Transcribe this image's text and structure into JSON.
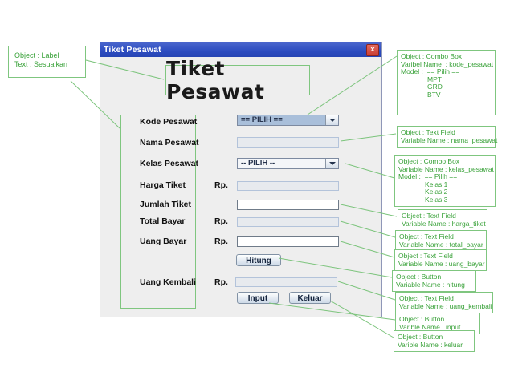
{
  "window": {
    "title": "Tiket Pesawat",
    "close_label": "x",
    "heading": "Tiket Pesawat"
  },
  "form": {
    "labels": [
      "Kode Pesawat",
      "Nama Pesawat",
      "Kelas Pesawat",
      "Harga Tiket",
      "Jumlah Tiket",
      "Total Bayar",
      "Uang Bayar",
      "Uang Kembali"
    ],
    "currency_prefix": "Rp.",
    "combo_kode": {
      "value": "== PILIH =="
    },
    "combo_kelas": {
      "value": "-- PILIH --"
    },
    "fields": {
      "nama_pesawat": "",
      "harga_tiket": "",
      "jumlah_tiket": "",
      "total_bayar": "",
      "uang_bayar": "",
      "uang_kembali": ""
    },
    "buttons": {
      "hitung": "Hitung",
      "input": "Input",
      "keluar": "Keluar"
    }
  },
  "annotations": {
    "label_note": {
      "lines": [
        "Object : Label",
        "Text : Sesuaikan"
      ]
    },
    "kode": {
      "lines": [
        "Object : Combo Box",
        "Varibel Name  : kode_pesawat",
        "Model :  == Pilih ==",
        "              MPT",
        "              GRD",
        "              BTV"
      ]
    },
    "nama": {
      "lines": [
        "Object : Text Field",
        "Variable Name : nama_pesawat"
      ]
    },
    "kelas": {
      "lines": [
        "Object : Combo Box",
        "Variable Name : kelas_pesawat",
        "Model :  == Pilih ==",
        "              Kelas 1",
        "              Kelas 2",
        "              Kelas 3"
      ]
    },
    "harga": {
      "lines": [
        "Object : Text Field",
        "Variable Name : harga_tiket"
      ]
    },
    "total": {
      "lines": [
        "Object : Text Field",
        "Variable Name : total_bayar"
      ]
    },
    "uang_bayar": {
      "lines": [
        "Object : Text Field",
        "Variable Name : uang_bayar"
      ]
    },
    "hitung": {
      "lines": [
        "Object : Button",
        "Variable Name : hitung"
      ]
    },
    "uang_kembali": {
      "lines": [
        "Object : Text Field",
        "Variable Name : uang_kembali"
      ]
    },
    "input": {
      "lines": [
        "Object : Button",
        "Varible Name : input"
      ]
    },
    "keluar": {
      "lines": [
        "Object : Button",
        "Varible Name : keluar"
      ]
    }
  },
  "colors": {
    "titlebar_blue": "#2c4cc0",
    "close_red": "#c93d32",
    "annotation_green": "#3aa23a",
    "connector_green": "#7cc47c",
    "combo_selected": "#a9bfda",
    "window_bg": "#eeeeee"
  }
}
